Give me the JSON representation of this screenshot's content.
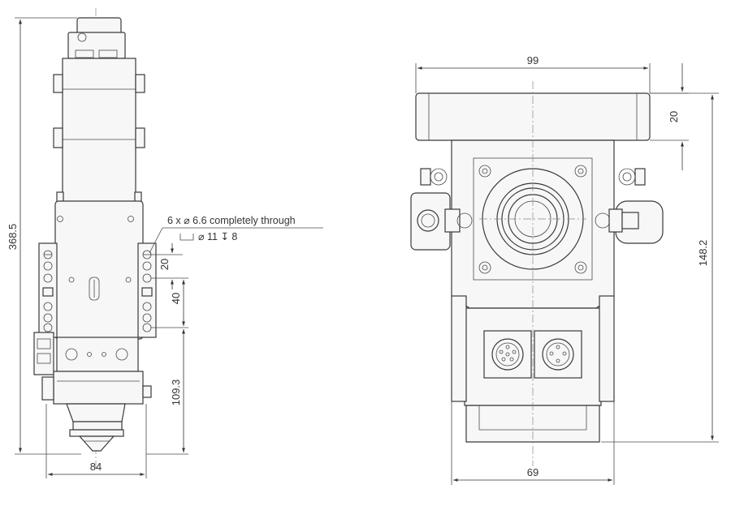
{
  "front_view": {
    "dimensions": {
      "total_height": "368.5",
      "width": "84",
      "hole_spacing_top": "20",
      "hole_spacing_mid": "40",
      "lower_height": "109.3"
    },
    "hole_note": {
      "line1": "6 x ⌀ 6.6 completely through",
      "line2": "⌀ 11 ↧ 8"
    }
  },
  "top_view": {
    "dimensions": {
      "top_width": "99",
      "bottom_width": "69",
      "top_band": "20",
      "total_length": "148.2"
    }
  }
}
